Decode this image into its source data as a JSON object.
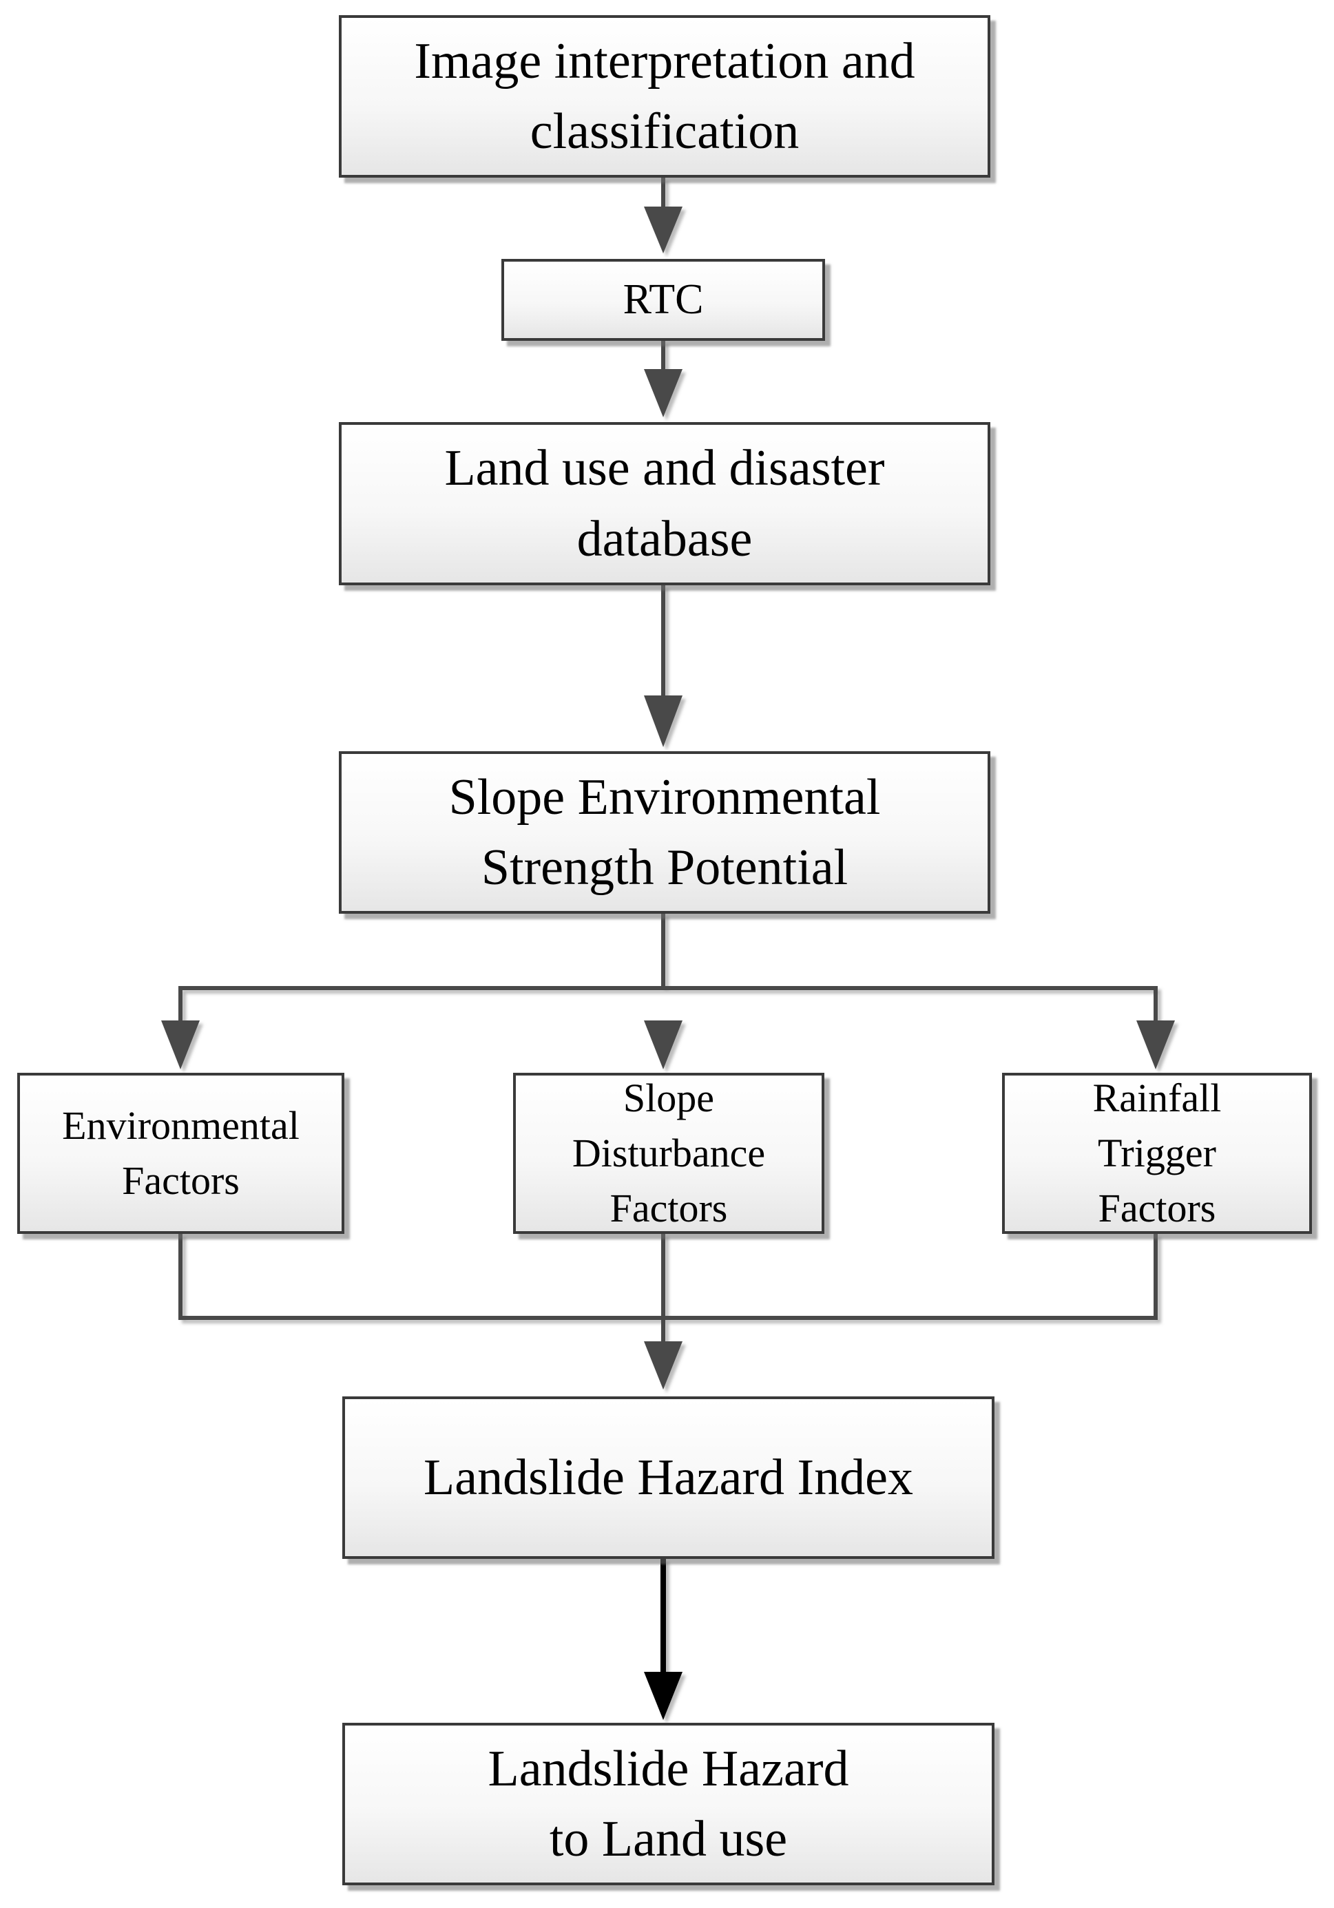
{
  "diagram": {
    "nodes": {
      "image_interpretation": "Image interpretation and\nclassification",
      "rtc": "RTC",
      "land_use_database": "Land use and disaster\ndatabase",
      "slope_potential": "Slope Environmental\nStrength Potential",
      "environmental_factors": "Environmental\nFactors",
      "slope_disturbance_factors": "Slope\nDisturbance\nFactors",
      "rainfall_trigger_factors": "Rainfall\nTrigger\nFactors",
      "landslide_hazard_index": "Landslide Hazard Index",
      "landslide_hazard_land_use": "Landslide Hazard\nto Land use"
    },
    "edges": [
      {
        "from": "image_interpretation",
        "to": "rtc"
      },
      {
        "from": "rtc",
        "to": "land_use_database"
      },
      {
        "from": "land_use_database",
        "to": "slope_potential"
      },
      {
        "from": "slope_potential",
        "to": "environmental_factors"
      },
      {
        "from": "slope_potential",
        "to": "slope_disturbance_factors"
      },
      {
        "from": "slope_potential",
        "to": "rainfall_trigger_factors"
      },
      {
        "from": "environmental_factors",
        "to": "landslide_hazard_index"
      },
      {
        "from": "slope_disturbance_factors",
        "to": "landslide_hazard_index"
      },
      {
        "from": "rainfall_trigger_factors",
        "to": "landslide_hazard_index"
      },
      {
        "from": "landslide_hazard_index",
        "to": "landslide_hazard_land_use"
      }
    ],
    "colors": {
      "box_border": "#3a3a3a",
      "box_fill_top": "#ffffff",
      "box_fill_bottom": "#e6e6e6",
      "connector": "#4a4a4a",
      "final_connector": "#000000"
    }
  }
}
